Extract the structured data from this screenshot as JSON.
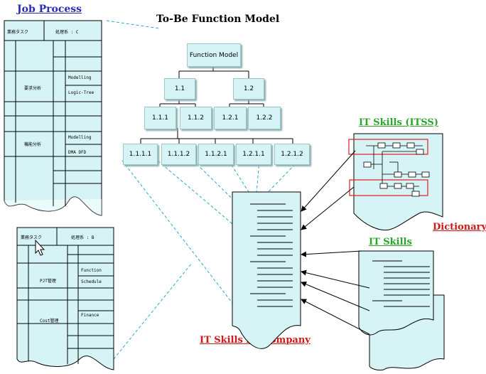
{
  "labels": {
    "job_process": "Job Process",
    "to_be": "To-Be Function Model",
    "itss": "IT Skills (ITSS)",
    "dictionary": "Dictionary",
    "it_skills": "IT Skills",
    "it_skills_company": "IT Skills for company"
  },
  "tree": {
    "root": "Function Model",
    "level1": [
      "1.1",
      "1.2"
    ],
    "level2": [
      "1.1.1",
      "1.1.2",
      "1.2.1",
      "1.2.2"
    ],
    "level3": [
      "1.1.1.1",
      "1.1.1.2",
      "1.1.2.1",
      "1.2.1.1",
      "1.2.1.2"
    ]
  },
  "doc1": {
    "header_left": "業務タスク",
    "header_right": "処理系 : C",
    "group1": "要求分析",
    "group1_items": [
      "Modelling",
      "Logic-Tree"
    ],
    "group2": "機能分析",
    "group2_items": [
      "Modelling",
      "DMA  DFD"
    ]
  },
  "doc2": {
    "header_left": "業務タスク",
    "header_right": "処理系 : B",
    "group1": "PJT管理",
    "group1_items": [
      "Function",
      "Schedule"
    ],
    "group2": "Cost管理",
    "group2_items": [
      "Finance"
    ]
  },
  "colors": {
    "doc_fill": "#d6f4f6",
    "title_blue": "#2b2bb3",
    "green": "#2aa52a",
    "red": "#d01818"
  }
}
